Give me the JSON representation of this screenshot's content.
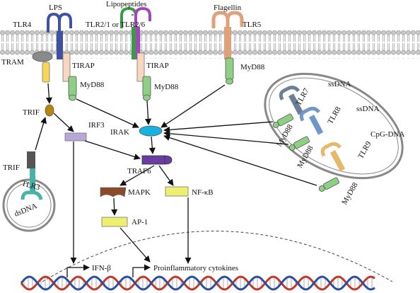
{
  "ligands": {
    "lps": "LPS",
    "lipopeptides": "Lipopeptides",
    "flagellin": "Flagellin",
    "ssdna_1": "ssDNA",
    "ssdna_2": "ssDNA",
    "cpg_dna": "CpG-DNA",
    "dsdna": "dsDNA"
  },
  "receptors": {
    "tlr4": "TLR4",
    "tlr2": "TLR2/1 or TLR2/6",
    "tlr5": "TLR5",
    "tlr7": "TLR7",
    "tlr8": "TLR8",
    "tlr9": "TLR9",
    "tlr3": "TLR3"
  },
  "adaptors": {
    "tram": "TRAM",
    "tirap_1": "TIRAP",
    "tirap_2": "TIRAP",
    "myd88_tlr4": "MyD88",
    "myd88_tlr2": "MyD88",
    "myd88_tlr5": "MyD88",
    "myd88_tlr7": "MyD88",
    "myd88_tlr8": "MyD88",
    "myd88_tlr9": "MyD88",
    "trif_1": "TRIF",
    "trif_2": "TRIF"
  },
  "signaling": {
    "irak": "IRAK",
    "irf3": "IRF3",
    "traf6": "TRAF6",
    "mapk": "MAPK",
    "nfkb": "NF-κB",
    "ap1": "AP-1"
  },
  "outputs": {
    "ifn": "IFN-β",
    "cytokines": "Proinflammatory cytokines"
  },
  "colors": {
    "tlr4": "#3f51a0",
    "tlr2_green": "#3a9a48",
    "tlr2_purple": "#a046b8",
    "tlr5": "#e0a07a",
    "tlr7": "#6b7f95",
    "tlr8": "#6f98c8",
    "tlr9": "#e8b86a",
    "tlr3": "#46b3a8",
    "myd88": "#8ecf85",
    "tirap": "#f8d7c0",
    "tram": "#f5d55a",
    "trif": "#b8860b",
    "irak": "#19b2e0",
    "irf3": "#b9a6d8",
    "traf6": "#6a3ea0",
    "mapk": "#8b4a2b",
    "yellow_box": "#eeee70",
    "dna_red": "#c0392b",
    "dna_blue": "#2c4f9e"
  }
}
